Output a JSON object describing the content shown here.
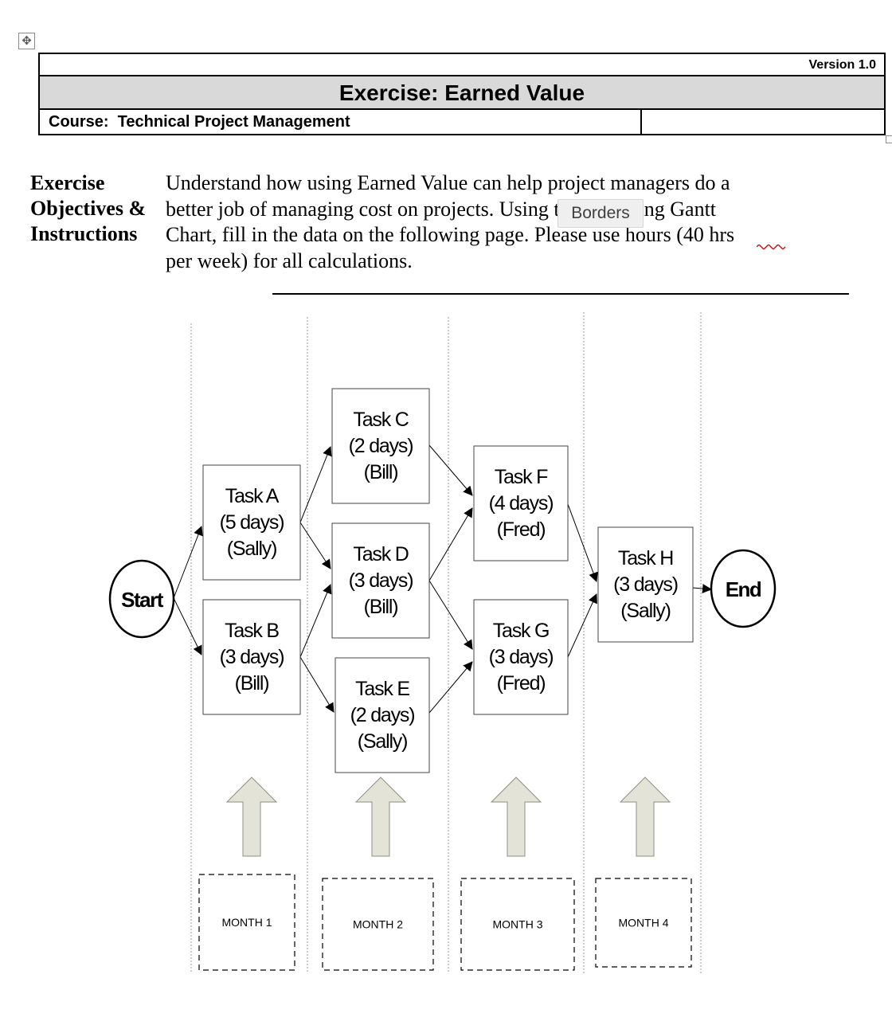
{
  "header": {
    "version": "Version 1.0",
    "title": "Exercise:  Earned Value",
    "course": "Course:  Technical Project Management"
  },
  "objectives": {
    "label": "Exercise\nObjectives &\nInstructions",
    "text": "Understand how using Earned Value can help project managers do a\nbetter job of managing cost on projects.  Using the following Gantt\nChart, fill in the data on the following page.  Please use hours (40 hrs\nper week) for all calculations."
  },
  "tooltip": {
    "label": "Borders"
  },
  "diagram": {
    "start_label": "Start",
    "end_label": "End",
    "tasks": [
      {
        "id": "A",
        "name": "Task A",
        "duration": "(5 days)",
        "owner": "(Sally)"
      },
      {
        "id": "B",
        "name": "Task B",
        "duration": "(3 days)",
        "owner": "(Bill)"
      },
      {
        "id": "C",
        "name": "Task C",
        "duration": "(2 days)",
        "owner": "(Bill)"
      },
      {
        "id": "D",
        "name": "Task D",
        "duration": "(3 days)",
        "owner": "(Bill)"
      },
      {
        "id": "E",
        "name": "Task  E",
        "duration": "(2 days)",
        "owner": "(Sally)"
      },
      {
        "id": "F",
        "name": "Task F",
        "duration": "(4 days)",
        "owner": "(Fred)"
      },
      {
        "id": "G",
        "name": "Task G",
        "duration": "(3 days)",
        "owner": "(Fred)"
      },
      {
        "id": "H",
        "name": "Task H",
        "duration": "(3 days)",
        "owner": "(Sally)"
      }
    ],
    "dependencies": [
      [
        "Start",
        "A"
      ],
      [
        "Start",
        "B"
      ],
      [
        "A",
        "C"
      ],
      [
        "A",
        "D"
      ],
      [
        "B",
        "D"
      ],
      [
        "B",
        "E"
      ],
      [
        "C",
        "F"
      ],
      [
        "D",
        "F"
      ],
      [
        "D",
        "G"
      ],
      [
        "E",
        "G"
      ],
      [
        "F",
        "H"
      ],
      [
        "G",
        "H"
      ],
      [
        "H",
        "End"
      ]
    ],
    "months": [
      "MONTH 1",
      "MONTH 2",
      "MONTH 3",
      "MONTH 4"
    ]
  },
  "colors": {
    "header_band": "#d9d9d9",
    "arrow_fill": "#e3e4d7",
    "arrow_stroke": "#8f8f85",
    "spellcheck": "#cc0000"
  }
}
